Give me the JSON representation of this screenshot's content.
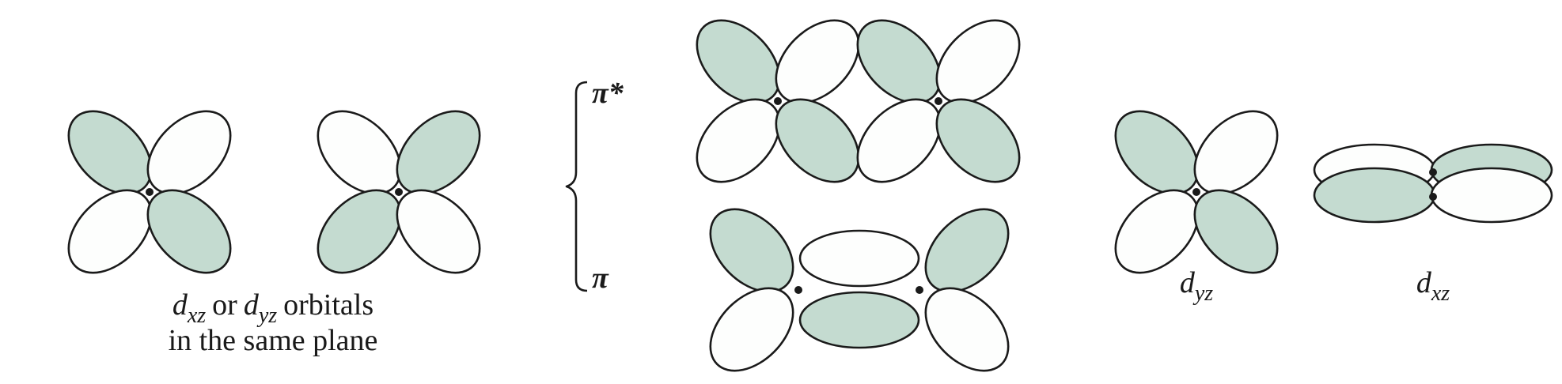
{
  "colors": {
    "shaded": "#c4dbd0",
    "unshaded": "#fdfefd",
    "outline": "#1a1a1a"
  },
  "caption_left": {
    "d1": "d",
    "sub1": "xz",
    "or": "or",
    "d2": "d",
    "sub2": "yz",
    "rest": "orbitals",
    "line2": "in the same plane"
  },
  "levels": {
    "pi_star": "π*",
    "pi": "π"
  },
  "label_dyz": {
    "d": "d",
    "sub": "yz"
  },
  "label_dxz": {
    "d": "d",
    "sub": "xz"
  }
}
